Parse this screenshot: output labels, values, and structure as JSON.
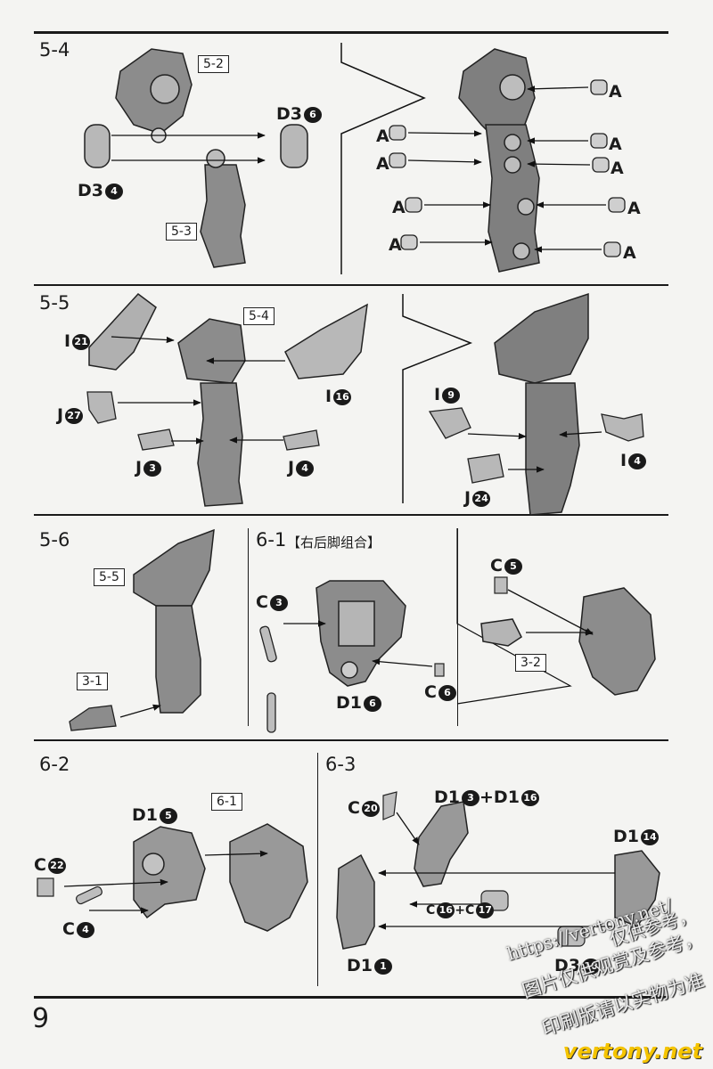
{
  "page_number": "9",
  "steps": {
    "s54": "5-4",
    "s55": "5-5",
    "s56": "5-6",
    "s61": "6-1",
    "s61_title": "【右后脚组合】",
    "s62": "6-2",
    "s63": "6-3"
  },
  "refs": {
    "r52": "5-2",
    "r53": "5-3",
    "r54": "5-4",
    "r55": "5-5",
    "r31": "3-1",
    "r32": "3-2",
    "r61": "6-1"
  },
  "parts": {
    "D3_6": {
      "letter": "D3",
      "num": "6"
    },
    "D3_4": {
      "letter": "D3",
      "num": "4"
    },
    "A": {
      "letter": "A"
    },
    "I_21": {
      "letter": "I",
      "num": "21"
    },
    "J_27": {
      "letter": "J",
      "num": "27"
    },
    "J_3": {
      "letter": "J",
      "num": "3"
    },
    "J_4": {
      "letter": "J",
      "num": "4"
    },
    "I_16": {
      "letter": "I",
      "num": "16"
    },
    "I_9": {
      "letter": "I",
      "num": "9"
    },
    "I_4": {
      "letter": "I",
      "num": "4"
    },
    "J_24": {
      "letter": "J",
      "num": "24"
    },
    "C_3": {
      "letter": "C",
      "num": "3"
    },
    "D1_6": {
      "letter": "D1",
      "num": "6"
    },
    "C_6": {
      "letter": "C",
      "num": "6"
    },
    "C_5": {
      "letter": "C",
      "num": "5"
    },
    "D1_5": {
      "letter": "D1",
      "num": "5"
    },
    "C_22": {
      "letter": "C",
      "num": "22"
    },
    "C_4": {
      "letter": "C",
      "num": "4"
    },
    "C_20": {
      "letter": "C",
      "num": "20"
    },
    "D1_3": {
      "letter": "D1",
      "num": "3"
    },
    "D1_16": {
      "letter": "D1",
      "num": "16"
    },
    "D1_14": {
      "letter": "D1",
      "num": "14"
    },
    "C_16": {
      "letter": "C",
      "num": "16"
    },
    "C_17": {
      "letter": "C",
      "num": "17"
    },
    "D3_10": {
      "letter": "D3",
      "num": "10"
    },
    "D1_1": {
      "letter": "D1",
      "num": "1"
    }
  },
  "watermark": {
    "url": "https://vertony.net/",
    "line1": "仅供参考，",
    "line2": "图片仅供观赏及参考，",
    "line3": "印刷版请以实物为准",
    "brand": "vertony.net"
  }
}
